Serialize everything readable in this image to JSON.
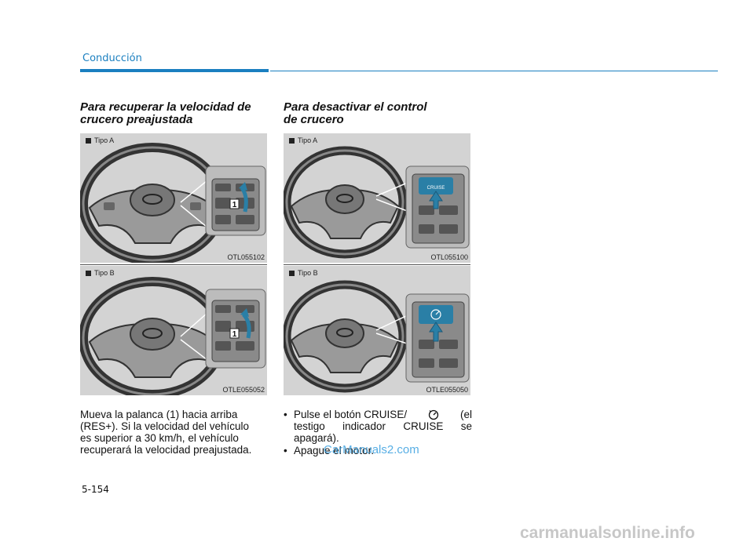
{
  "header": {
    "section": "Conducción"
  },
  "left": {
    "heading_line1": "Para recuperar la velocidad de",
    "heading_line2": "crucero preajustada",
    "figure_a": {
      "label": "Tipo A",
      "code": "OTL055102",
      "callout": "1"
    },
    "figure_b": {
      "label": "Tipo B",
      "code": "OTLE055052",
      "callout": "1"
    },
    "paragraph": [
      "Mueva la palanca (1) hacia arriba",
      "(RES+). Si la velocidad del vehículo",
      "es superior a 30 km/h, el vehículo",
      "recuperará la velocidad preajustada."
    ]
  },
  "right": {
    "heading_line1": "Para desactivar el control",
    "heading_line2": "de crucero",
    "figure_a": {
      "label": "Tipo A",
      "code": "OTL055100",
      "button_text": "CRUISE"
    },
    "figure_b": {
      "label": "Tipo B",
      "code": "OTLE055050"
    },
    "bullets": {
      "b1_line1_pre": "Pulse el botón CRUISE/",
      "b1_line1_post": "(el",
      "b1_line2": "testigo indicador CRUISE se",
      "b1_line3": "apagará).",
      "b2": "Apague el motor."
    },
    "bullet_char": "•"
  },
  "footer": {
    "page_number": "5-154"
  },
  "watermarks": {
    "overlay": "CarManuals2.com",
    "bottom": "carmanualsonline.info"
  },
  "colors": {
    "accent": "#1a7fc0",
    "figure_bg": "#d3d3d3",
    "button_blue": "#2a7fa6"
  },
  "icons": {
    "cruise": "cruise-speedometer-icon"
  }
}
